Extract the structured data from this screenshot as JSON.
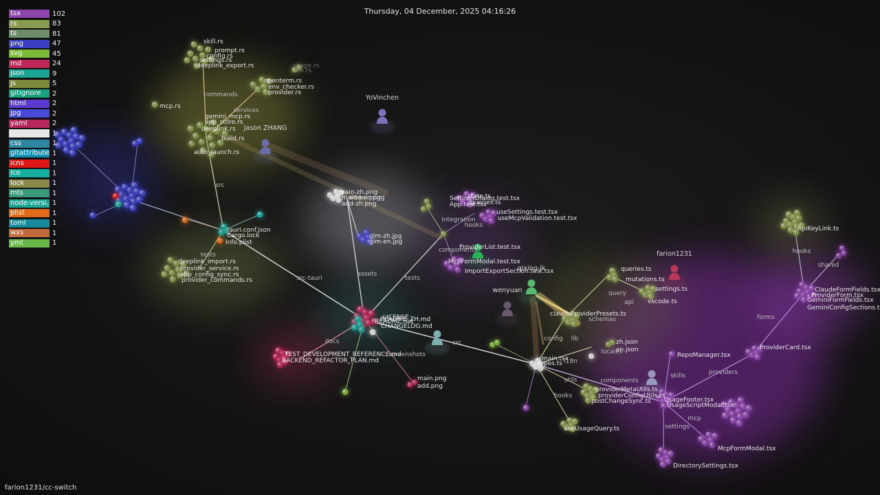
{
  "datetime": "Thursday, 04 December, 2025 04:16:26",
  "repo_name": "farion1231/cc-switch",
  "legend": [
    {
      "ext": "tsx",
      "count": "102",
      "color": "#8e44ad"
    },
    {
      "ext": "rs",
      "count": "83",
      "color": "#8a9a4e"
    },
    {
      "ext": "ts",
      "count": "81",
      "color": "#6f8c6a"
    },
    {
      "ext": "png",
      "count": "47",
      "color": "#3b3fc4"
    },
    {
      "ext": "svg",
      "count": "45",
      "color": "#7cb83a"
    },
    {
      "ext": "md",
      "count": "24",
      "color": "#c0285a"
    },
    {
      "ext": "json",
      "count": "9",
      "color": "#1aa595"
    },
    {
      "ext": "js",
      "count": "5",
      "color": "#7d8a3c"
    },
    {
      "ext": "gitignore",
      "count": "2",
      "color": "#18a080"
    },
    {
      "ext": "html",
      "count": "2",
      "color": "#5a3ad0"
    },
    {
      "ext": "jpg",
      "count": "2",
      "color": "#4a4ad8"
    },
    {
      "ext": "yaml",
      "count": "2",
      "color": "#b8285c"
    },
    {
      "ext": "",
      "count": "1",
      "color": "#e8e8e8"
    },
    {
      "ext": "css",
      "count": "1",
      "color": "#2f86a0"
    },
    {
      "ext": "gitattribute...",
      "count": "1",
      "color": "#158fb0"
    },
    {
      "ext": "icns",
      "count": "1",
      "color": "#e01818"
    },
    {
      "ext": "ico",
      "count": "1",
      "color": "#16b0a0"
    },
    {
      "ext": "lock",
      "count": "1",
      "color": "#8a8a4a"
    },
    {
      "ext": "mts",
      "count": "1",
      "color": "#3a9a7a"
    },
    {
      "ext": "node-versi...",
      "count": "1",
      "color": "#1aa895"
    },
    {
      "ext": "plist",
      "count": "1",
      "color": "#e06a18"
    },
    {
      "ext": "toml",
      "count": "1",
      "color": "#168a9a"
    },
    {
      "ext": "wxs",
      "count": "1",
      "color": "#c06a3a"
    },
    {
      "ext": "yml",
      "count": "1",
      "color": "#6ab84a"
    }
  ],
  "graph": {
    "users": [
      {
        "name": "YoVinchen",
        "color": "#7c74b8"
      },
      {
        "name": "Jason ZHANG",
        "color": "#6a6ea8"
      },
      {
        "name": "farion1231",
        "color": "#b83a5a"
      },
      {
        "name": "qixing-jk",
        "color": "#5ab870"
      },
      {
        "name": "wenyuan",
        "color": "#6a5a70"
      },
      {
        "name": "",
        "color": "#7cb0b0"
      },
      {
        "name": "",
        "color": "#9a9ac0"
      },
      {
        "name": "",
        "color": "#2ab058"
      }
    ],
    "dir_labels": [
      "commands",
      "services",
      "src",
      "tests",
      "src-tauri",
      "assets",
      "docs",
      "screenshots",
      "tests",
      "components",
      "hooks",
      "integration",
      "lib",
      "config",
      "src",
      "query",
      "api",
      "schemas",
      "locales",
      "i18n",
      "utils",
      "hooks",
      "components",
      "providers",
      "skills",
      "mcp",
      "settings",
      "forms",
      "hooks",
      "shared"
    ],
    "file_labels": [
      "skill.rs",
      "prompt.rs",
      "mcp.rs",
      "deeplink_export.rs",
      "settings.rs",
      "config.rs",
      "usage.rs",
      "live.rs",
      "openterm.rs",
      "env_checker.rs",
      "provider.rs",
      "gemini_mcp.rs",
      "app_store.rs",
      "deeplink.rs",
      "auto_launch.rs",
      "tauri.conf.json",
      "Cargo.lock",
      "Info.plist",
      "build.rs",
      "deeplink_import.rs",
      "provider_service.rs",
      "app_config_sync.rs",
      "provider_commands.rs",
      "main-zh.png",
      "main-en.png",
      "add-zh.png",
      "add-en.png",
      "glm-zh.jpg",
      "glm-en.jpg",
      "README.md",
      "README_ZH.md",
      "CHANGELOG.md",
      "LICENSE",
      "TEST_DEVELOPMENT_REFERENCE.md",
      "BACKEND_REFACTOR_PLAN.md",
      "main.png",
      "add.png",
      "state.ts",
      "queries.ts",
      "SettingsDialog.test.tsx",
      "App.test.tsx",
      "useSettings.test.tsx",
      "useMcpValidation.test.tsx",
      "ProviderList.test.tsx",
      "McpFormModal.test.tsx",
      "ImportExportSection.test.tsx",
      "queries.ts",
      "mutations.ts",
      "settings.ts",
      "vscode.ts",
      "claudeProviderPresets.ts",
      "zh.json",
      "en.json",
      "main.tsx",
      "types.ts",
      "providerMetaUtils.ts",
      "postChangeSync.ts",
      "providerConfigUtils.ts",
      "useUsageQuery.ts",
      "UsageFooter.tsx",
      "UsageScriptModal.tsx",
      "McpFormModal.tsx",
      "DirectorySettings.tsx",
      "RepoManager.tsx",
      "ProviderCard.tsx",
      "ProviderForm.tsx",
      "GeminiFormFields.tsx",
      "GeminiConfigSections.tsx",
      "ApiKeyLink.ts",
      "ClaudeFormFields.tsx"
    ]
  }
}
